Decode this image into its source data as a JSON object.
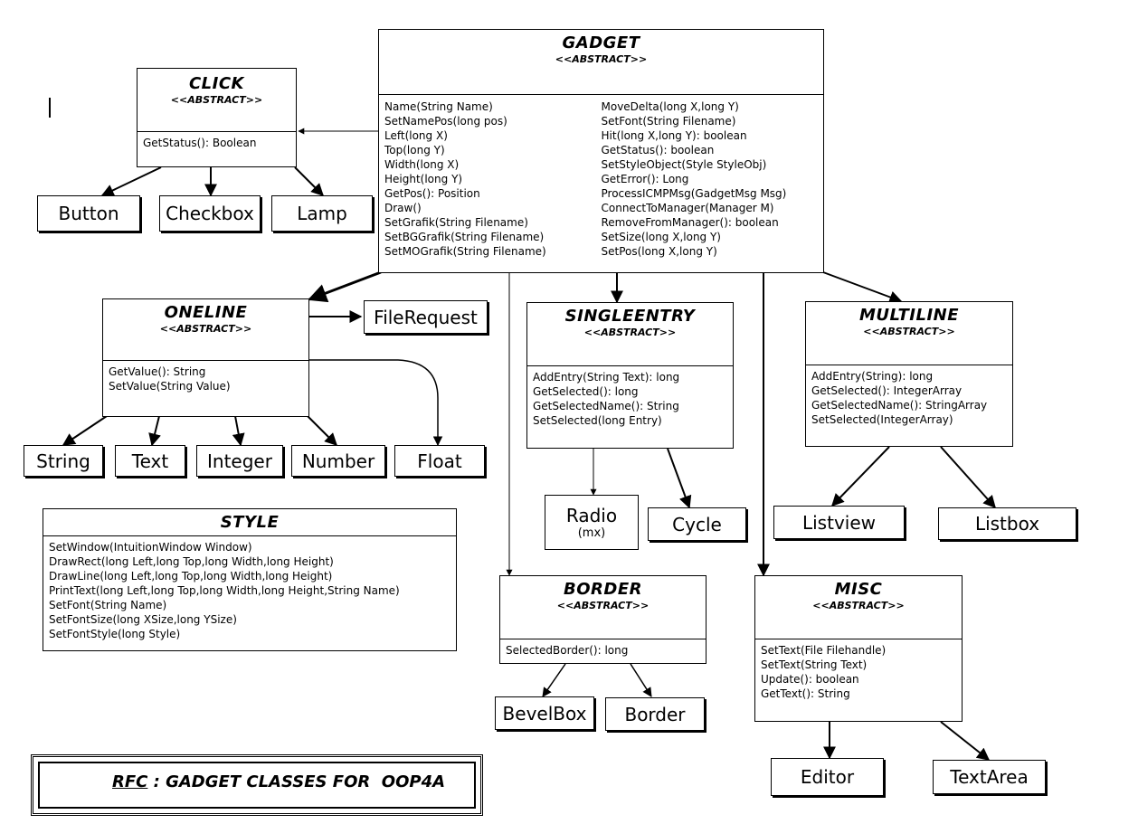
{
  "classes": {
    "gadget": {
      "name": "GADGET",
      "stereotype": "<<ABSTRACT>>",
      "methods_left": [
        "Name(String Name)",
        "SetNamePos(long pos)",
        "Left(long X)",
        "Top(long Y)",
        "Width(long X)",
        "Height(long Y)",
        "GetPos(): Position",
        "Draw()",
        "SetGrafik(String Filename)",
        "SetBGGrafik(String Filename)",
        "SetMOGrafik(String Filename)"
      ],
      "methods_right": [
        "MoveDelta(long X,long Y)",
        "SetFont(String Filename)",
        "Hit(long X,long Y): boolean",
        "GetStatus(): boolean",
        "SetStyleObject(Style StyleObj)",
        "GetError(): Long",
        "ProcessICMPMsg(GadgetMsg Msg)",
        "ConnectToManager(Manager M)",
        "RemoveFromManager(): boolean",
        "SetSize(long X,long Y)",
        "SetPos(long X,long Y)"
      ]
    },
    "click": {
      "name": "CLICK",
      "stereotype": "<<ABSTRACT>>",
      "methods": [
        "GetStatus(): Boolean"
      ]
    },
    "oneline": {
      "name": "ONELINE",
      "stereotype": "<<ABSTRACT>>",
      "methods": [
        "GetValue(): String",
        "SetValue(String Value)"
      ]
    },
    "singleentry": {
      "name": "SINGLEENTRY",
      "stereotype": "<<ABSTRACT>>",
      "methods": [
        "AddEntry(String Text): long",
        "GetSelected(): long",
        "GetSelectedName(): String",
        "SetSelected(long Entry)"
      ]
    },
    "multiline": {
      "name": "MULTILINE",
      "stereotype": "<<ABSTRACT>>",
      "methods": [
        "AddEntry(String): long",
        "GetSelected(): IntegerArray",
        "GetSelectedName(): StringArray",
        "SetSelected(IntegerArray)"
      ]
    },
    "style": {
      "name": "STYLE",
      "methods": [
        "SetWindow(IntuitionWindow Window)",
        "DrawRect(long Left,long Top,long Width,long Height)",
        "DrawLine(long Left,long Top,long Width,long Height)",
        "PrintText(long Left,long Top,long Width,long Height,String Name)",
        "SetFont(String Name)",
        "SetFontSize(long XSize,long YSize)",
        "SetFontStyle(long Style)"
      ]
    },
    "border": {
      "name": "BORDER",
      "stereotype": "<<ABSTRACT>>",
      "methods": [
        "SelectedBorder(): long"
      ]
    },
    "misc": {
      "name": "MISC",
      "stereotype": "<<ABSTRACT>>",
      "methods": [
        "SetText(File Filehandle)",
        "SetText(String Text)",
        "Update(): boolean",
        "GetText(): String"
      ]
    }
  },
  "leaves": {
    "button": "Button",
    "checkbox": "Checkbox",
    "lamp": "Lamp",
    "filerequest": "FileRequest",
    "string": "String",
    "text": "Text",
    "integer": "Integer",
    "number": "Number",
    "float": "Float",
    "radio": "Radio",
    "radio_sub": "(mx)",
    "cycle": "Cycle",
    "listview": "Listview",
    "listbox": "Listbox",
    "bevelbox": "BevelBox",
    "border": "Border",
    "editor": "Editor",
    "textarea": "TextArea"
  },
  "note": {
    "prefix": "RFC",
    "text": " : GADGET CLASSES FOR  OOP4A"
  }
}
